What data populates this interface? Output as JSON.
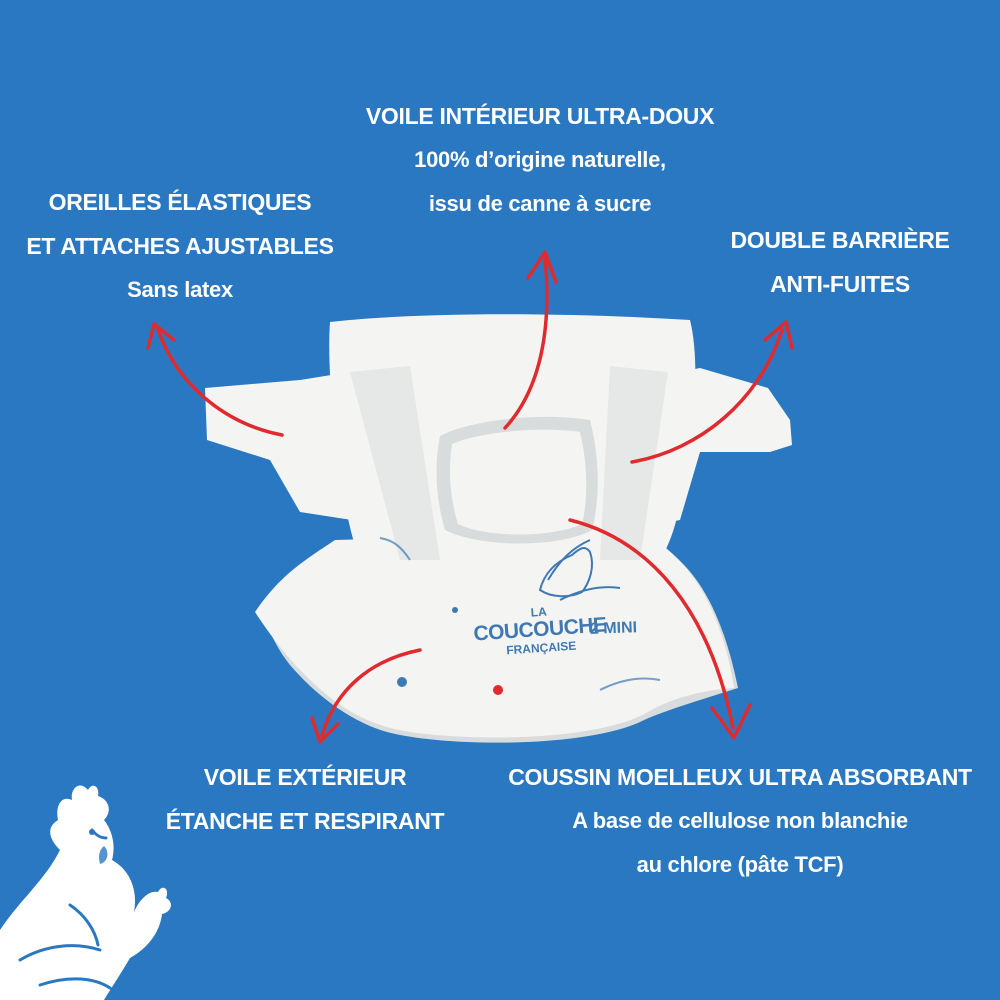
{
  "colors": {
    "background": "#2a78c2",
    "text": "#ffffff",
    "arrow": "#e02a2e",
    "diaper": "#f4f5f3",
    "diaper_shadow": "#d9dcdc",
    "print_blue": "#3f79b4"
  },
  "callouts": {
    "inner_veil": {
      "heading": "VOILE INTÉRIEUR ULTRA-DOUX",
      "line1": "100% d’origine naturelle,",
      "line2": "issu de canne à sucre"
    },
    "elastic_ears": {
      "heading1": "OREILLES ÉLASTIQUES",
      "heading2": "ET ATTACHES AJUSTABLES",
      "line1": "Sans latex"
    },
    "double_barrier": {
      "heading1": "DOUBLE BARRIÈRE",
      "heading2": "ANTI-FUITES"
    },
    "outer_veil": {
      "heading1": "VOILE EXTÉRIEUR",
      "heading2": "ÉTANCHE ET RESPIRANT"
    },
    "cushion": {
      "heading": "COUSSIN MOELLEUX ULTRA ABSORBANT",
      "line1": "A base de cellulose non blanchie",
      "line2": "au chlore (pâte TCF)"
    }
  },
  "diaper_print": {
    "brand_top": "LA",
    "brand_main": "COUCOUCHE",
    "brand_bottom": "FRANÇAISE",
    "size": "2 MINI"
  },
  "icons": {
    "rooster": "rooster-mascot-icon",
    "arrow": "curved-arrow-icon"
  }
}
